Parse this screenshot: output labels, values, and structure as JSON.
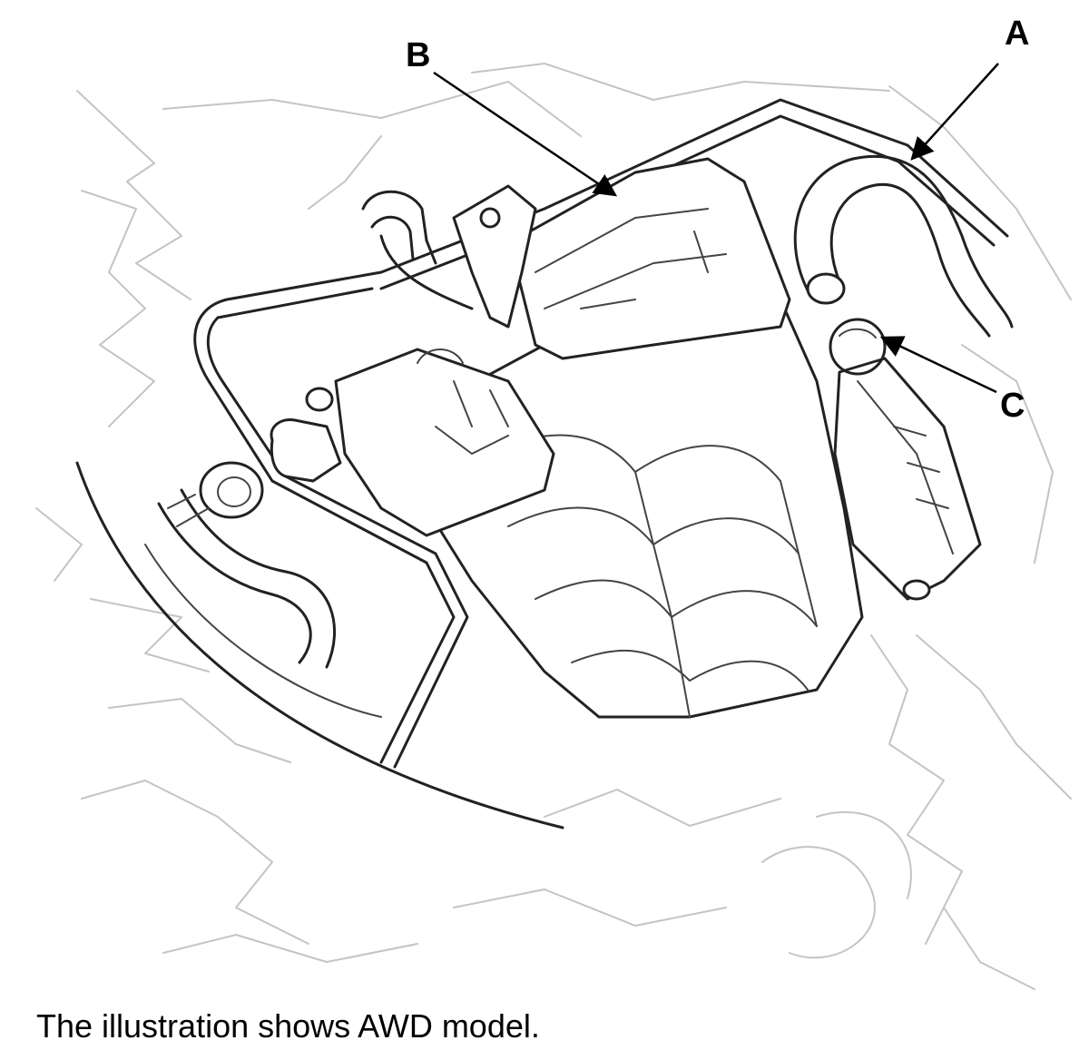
{
  "callouts": {
    "a": "A",
    "b": "B",
    "c": "C"
  },
  "caption": "The illustration shows AWD model.",
  "colors": {
    "line": "#222222",
    "background_line": "#c4c4c4",
    "text": "#000000"
  }
}
